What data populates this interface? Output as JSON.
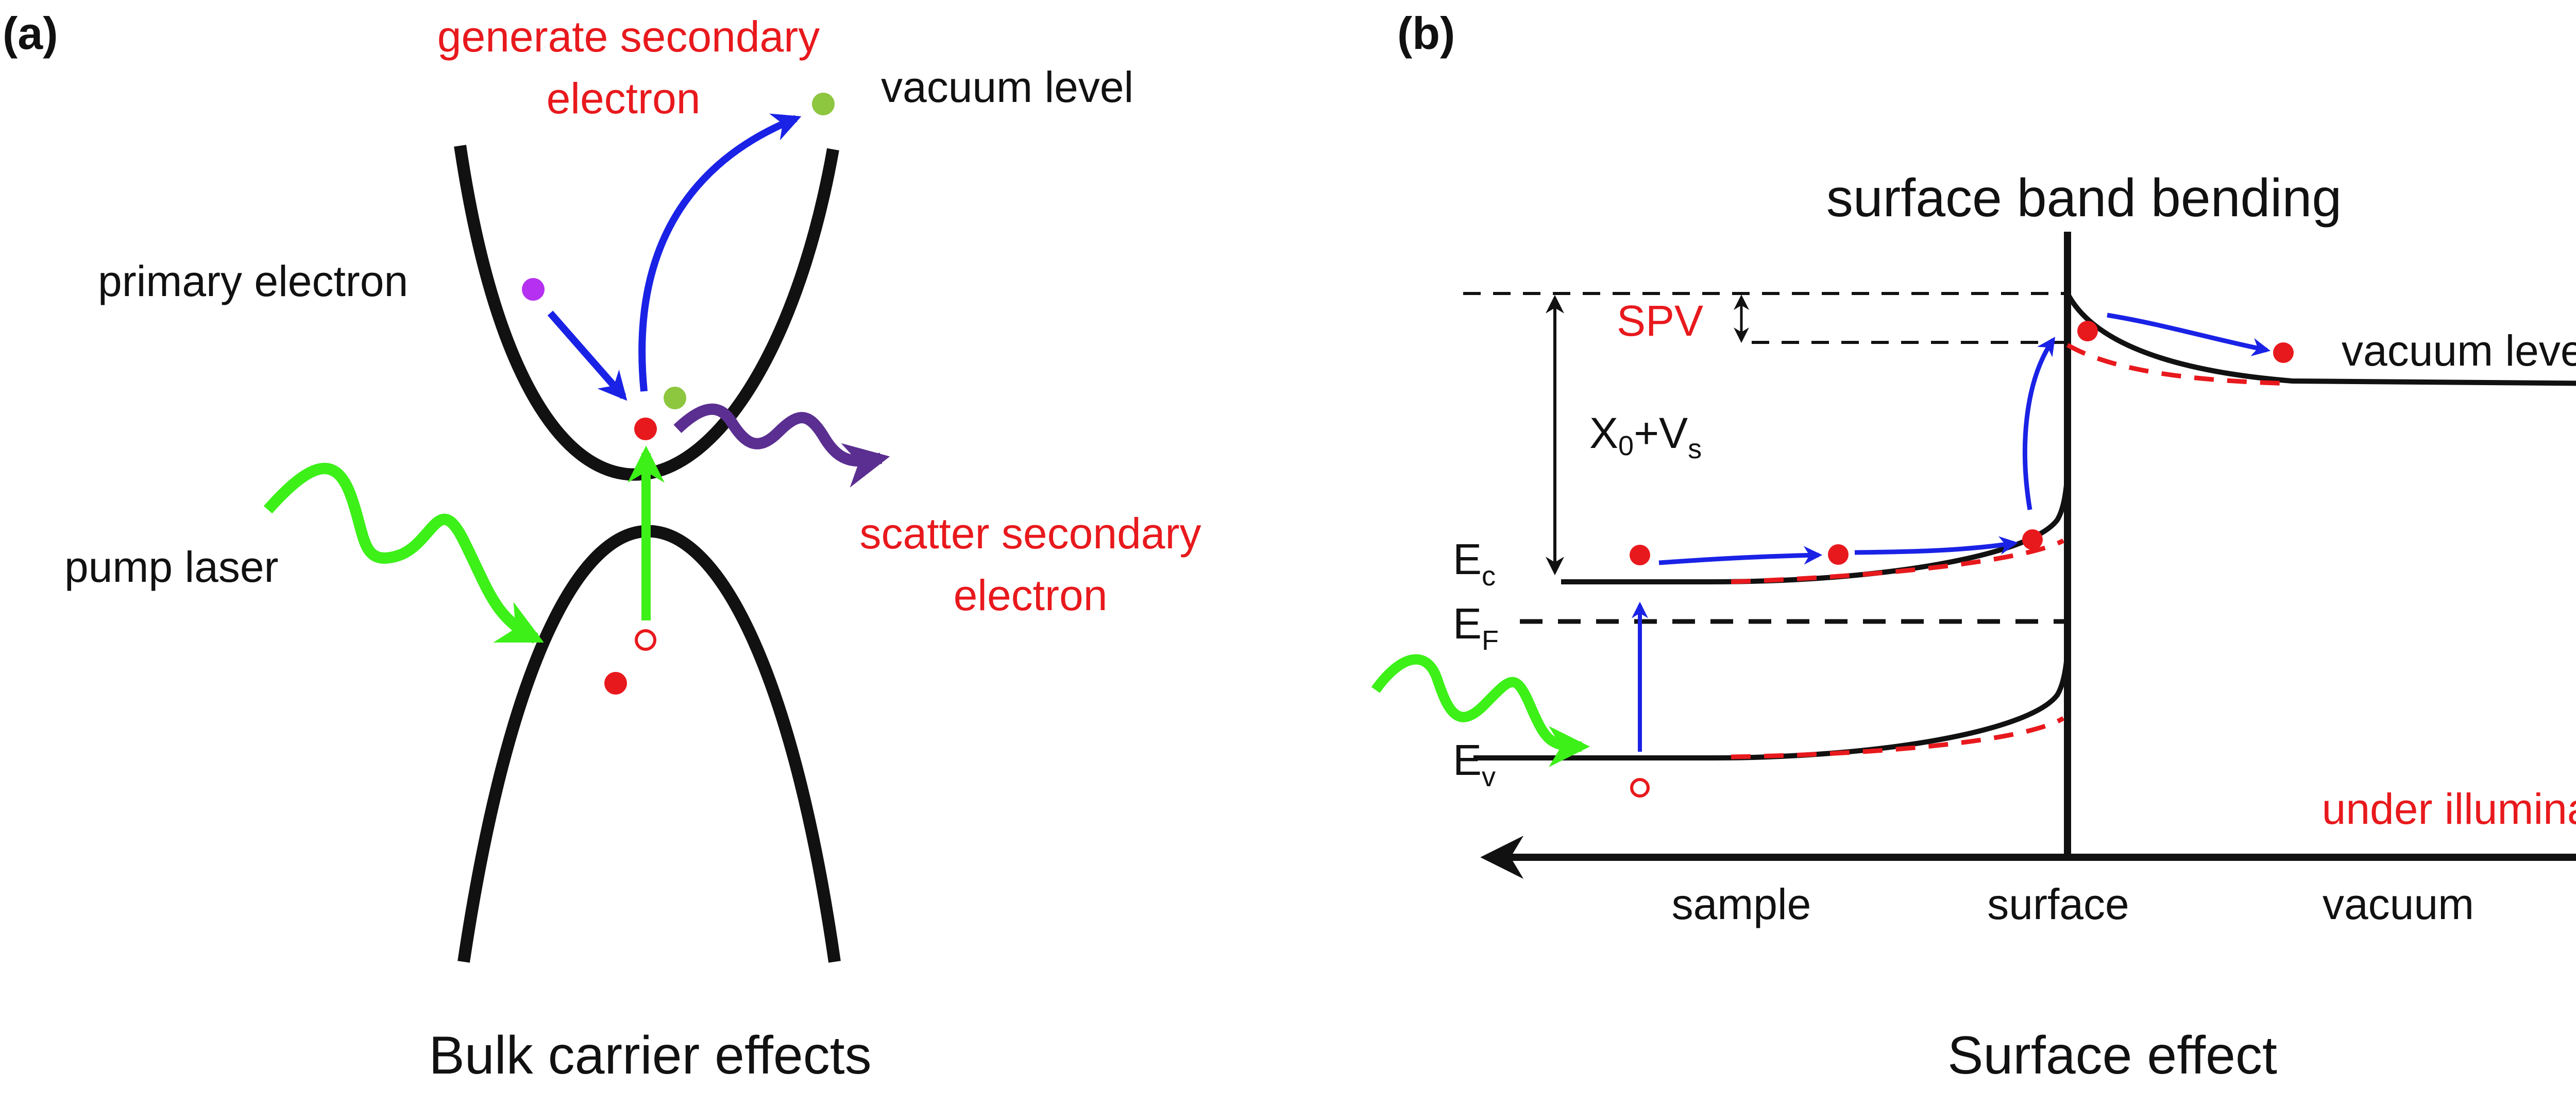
{
  "panel_a": {
    "tag": "(a)",
    "generate_line1": "generate secondary",
    "generate_line2": "electron",
    "vacuum_level": "vacuum level",
    "primary_electron": "primary electron",
    "pump_laser": "pump laser",
    "scatter_line1": "scatter secondary",
    "scatter_line2": "electron",
    "caption": "Bulk carrier effects"
  },
  "panel_b": {
    "tag": "(b)",
    "title": "surface band bending",
    "spv": "SPV",
    "chi_main": "X",
    "chi_sub0": "0",
    "chi_plus": "+V",
    "chi_subs": "s",
    "ec": "E",
    "ec_sub": "c",
    "ef": "E",
    "ef_sub": "F",
    "ev": "E",
    "ev_sub": "v",
    "vacuum_level": "vacuum level",
    "under_illumination": "under illumination",
    "axis_sample": "sample",
    "axis_surface": "surface",
    "axis_vacuum": "vacuum",
    "caption": "Surface effect"
  },
  "colors": {
    "black": "#111111",
    "red": "#e8191d",
    "blue": "#1a22e6",
    "green": "#3cf018",
    "purple": "#5b2f91",
    "violet": "#b530f0",
    "olive": "#8dc63f"
  }
}
